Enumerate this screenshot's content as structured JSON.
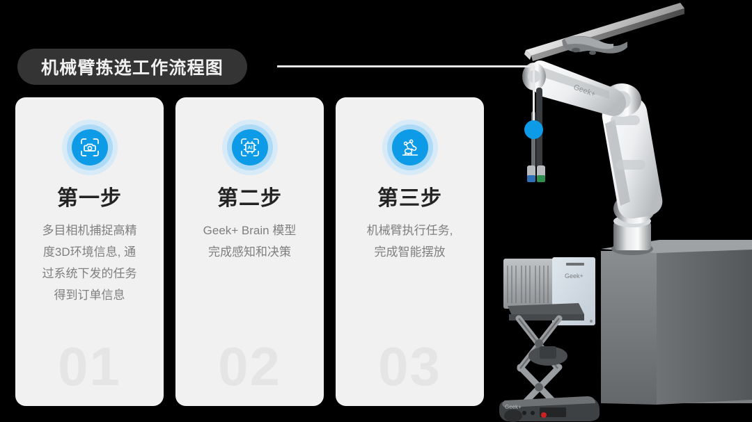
{
  "page": {
    "background_color": "#000000",
    "accent_color": "#0d9be8",
    "card_background": "#f1f1f2",
    "title_pill_color": "#343434",
    "connector_color": "#e8e8e8"
  },
  "header": {
    "title": "机械臂拣选工作流程图"
  },
  "connector": {
    "dot_label": "flow-endpoint"
  },
  "cards": [
    {
      "icon": "camera-scan-icon",
      "heading": "第一步",
      "description": "多目相机捕捉高精\n度3D环境信息, 通\n过系统下发的任务\n得到订单信息",
      "watermark": "01"
    },
    {
      "icon": "ai-chip-icon",
      "heading": "第二步",
      "description": "Geek+ Brain 模型\n完成感知和决策",
      "watermark": "02"
    },
    {
      "icon": "robot-arm-icon",
      "heading": "第三步",
      "description": "机械臂执行任务,\n完成智能摆放",
      "watermark": "03"
    }
  ],
  "illustration": {
    "name": "robot-arm-amr-photo",
    "arm_brand_label": "Geek+",
    "controller_brand_label": "Geek+",
    "base_brand_label": "Geek+",
    "parts": [
      "overhead-rail",
      "robot-arm",
      "scissor-lift-amr",
      "grey-container-box"
    ]
  }
}
